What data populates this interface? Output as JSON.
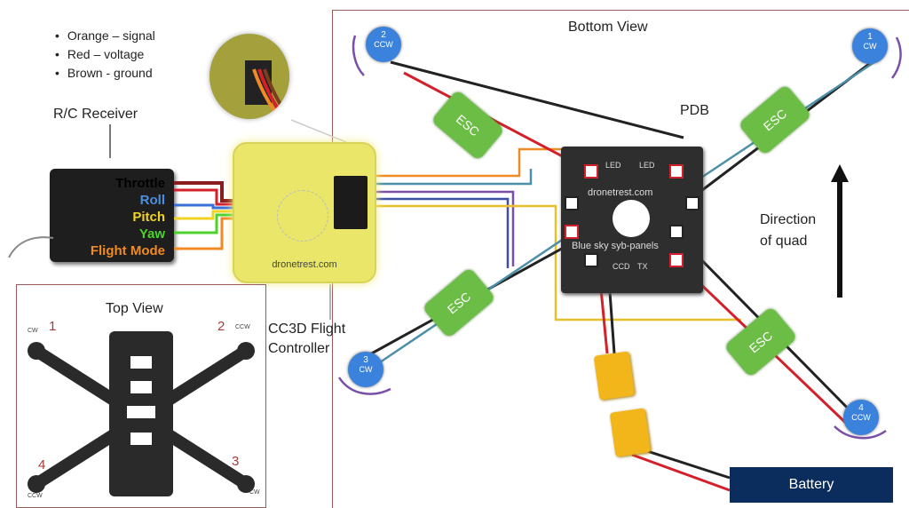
{
  "wire_legend": [
    "Orange – signal",
    "Red – voltage",
    "Brown - ground"
  ],
  "receiver": {
    "title": "R/C Receiver",
    "channels": [
      {
        "label": "Throttle",
        "color": "#ffffff"
      },
      {
        "label": "Roll",
        "color": "#4a8fe0"
      },
      {
        "label": "Pitch",
        "color": "#f2d322"
      },
      {
        "label": "Yaw",
        "color": "#4dd12b"
      },
      {
        "label": "Flight Mode",
        "color": "#f08a24"
      }
    ]
  },
  "flight_controller": {
    "label_line1": "CC3D Flight",
    "label_line2": "Controller",
    "watermark": "dronetrest.com"
  },
  "top_view": {
    "title": "Top View",
    "motors": [
      {
        "num": "1",
        "dir": "CW"
      },
      {
        "num": "2",
        "dir": "CCW"
      },
      {
        "num": "3",
        "dir": "CW"
      },
      {
        "num": "4",
        "dir": "CCW"
      }
    ]
  },
  "bottom_view": {
    "title": "Bottom View",
    "motors": [
      {
        "num": "2",
        "dir": "CCW"
      },
      {
        "num": "1",
        "dir": "CW"
      },
      {
        "num": "3",
        "dir": "CW"
      },
      {
        "num": "4",
        "dir": "CCW"
      }
    ],
    "esc_label": "ESC",
    "pdb": {
      "label": "PDB",
      "watermark": "dronetrest.com",
      "silkscreen": "Blue sky syb-panels",
      "led_label": "LED",
      "tx_label": "TX",
      "ccd_label": "CCD"
    },
    "direction_line1": "Direction",
    "direction_line2": "of quad",
    "battery": "Battery"
  },
  "colors": {
    "motor": "#3b82dc",
    "esc": "#6cbd45",
    "battery": "#0b2d5e",
    "arrow": "#7a4fa8",
    "box_border": "#9a5a5a"
  }
}
